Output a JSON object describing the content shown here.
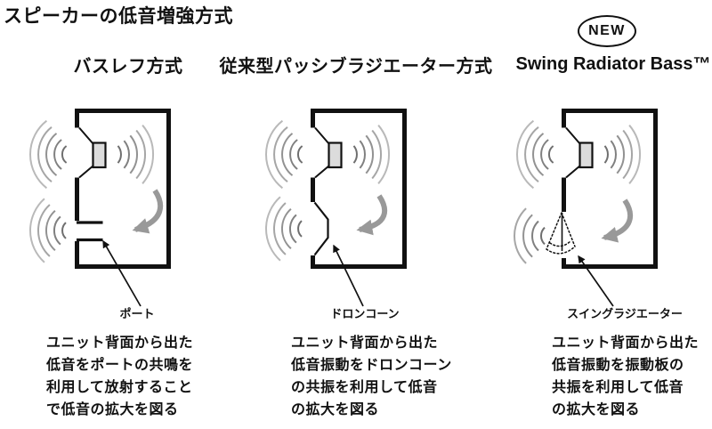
{
  "page_title": "スピーカーの低音増強方式",
  "badge": {
    "label": "NEW",
    "shape": "ellipse-outline"
  },
  "colors": {
    "ink": "#111111",
    "arrow_gray": "#999999",
    "magnet_fill": "#dcdcdc",
    "wave_grays": [
      "#6f6f6f",
      "#808080",
      "#929292",
      "#a6a6a6",
      "#b9b9b9"
    ]
  },
  "columns": [
    {
      "heading": "バスレフ方式",
      "part_label": "ポート",
      "description": "ユニット背面から出た\n低音をポートの共鳴を\n利用して放射すること\nで低音の拡大を図る",
      "diagram": {
        "name": "bass-reflex",
        "elements": [
          "speaker-enclosure",
          "speaker-driver",
          "sound-waves",
          "bass-reflex-port",
          "airflow-arrow",
          "pointer-arrow"
        ]
      }
    },
    {
      "heading": "従来型パッシブラジエーター方式",
      "part_label": "ドロンコーン",
      "description": "ユニット背面から出た\n低音振動をドロンコーン\nの共振を利用して低音\nの拡大を図る",
      "diagram": {
        "name": "passive-radiator",
        "elements": [
          "speaker-enclosure",
          "speaker-driver",
          "sound-waves",
          "drone-cone",
          "airflow-arrow",
          "pointer-arrow"
        ]
      }
    },
    {
      "heading": "Swing Radiator Bass™",
      "part_label": "スイングラジエーター",
      "description": "ユニット背面から出た\n低音振動を振動板の\n共振を利用して低音\nの拡大を図る",
      "diagram": {
        "name": "swing-radiator",
        "elements": [
          "speaker-enclosure",
          "speaker-driver",
          "sound-waves",
          "swing-radiator-plate",
          "airflow-arrow",
          "pointer-arrow"
        ]
      }
    }
  ]
}
